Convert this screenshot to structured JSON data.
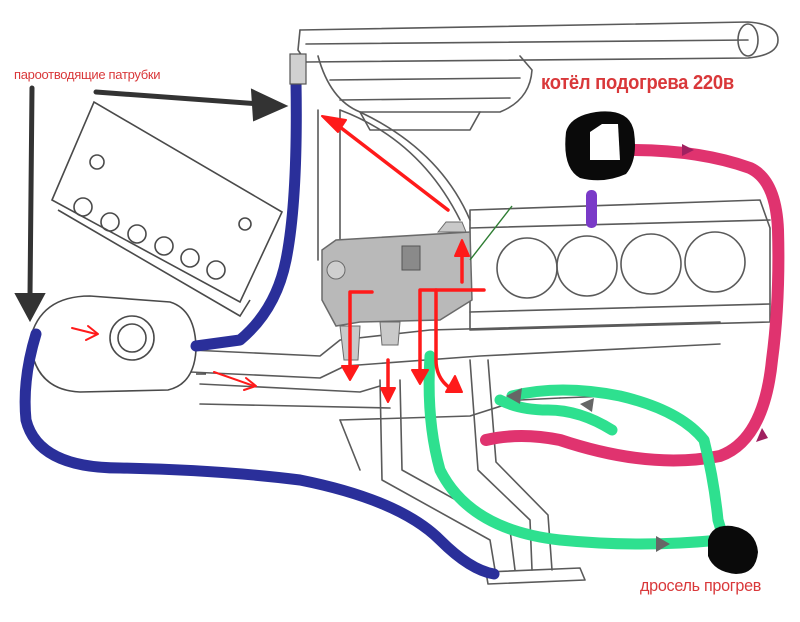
{
  "labels": {
    "vapor_pipes": "пароотводящие патрубки",
    "boiler": "котёл подогрева 220в",
    "throttle_heating": "дросель прогрев"
  },
  "colors": {
    "label_text": "#d9383a",
    "vapor_pipe": "#2a2f9a",
    "boiler_loop": "#e0336f",
    "throttle_loop": "#2ee08f",
    "flow_arrow": "#ff1a1a",
    "pointer_arrow": "#333333",
    "outline": "#5a5a5a",
    "boiler_body": "#0a0a0a",
    "boiler_inlet": "#7a3ac8",
    "engine_fill": "#ffffff"
  },
  "icons": {
    "pointer_arrow": "arrow-pointer-icon",
    "flow_arrow": "flow-arrow-icon",
    "cluster_gauge": "gauge-icon"
  }
}
